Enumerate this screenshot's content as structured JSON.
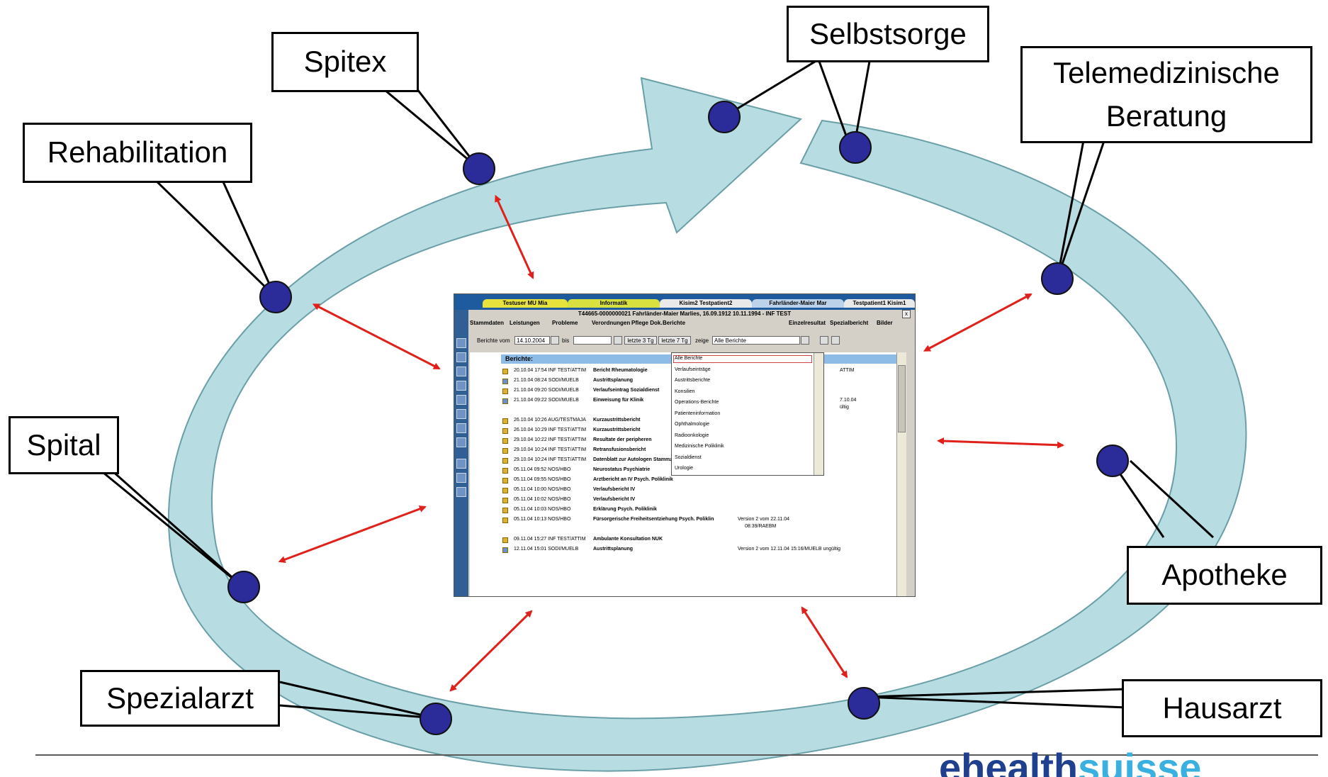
{
  "diagram": {
    "colors": {
      "cycle_fill": "#b7dde2",
      "cycle_stroke": "#6a9fa8",
      "node_fill": "#2b2b9a",
      "link_arrow": "#e0201a",
      "label_border": "#000000",
      "footer_line": "#5a5a5a",
      "logo_dark": "#1f3f8f",
      "logo_light": "#3ab0e0"
    },
    "labels": {
      "selbstsorge": "Selbstsorge",
      "spitex": "Spitex",
      "telemedizin_1": "Telemedizinische",
      "telemedizin_2": "Beratung",
      "rehabilitation": "Rehabilitation",
      "spital": "Spital",
      "apotheke": "Apotheke",
      "spezialarzt": "Spezialarzt",
      "hausarzt": "Hausarzt"
    },
    "logo": {
      "part1": "ehealth",
      "part2": "suisse"
    }
  },
  "screenshot": {
    "tabs": [
      {
        "label": "Testuser MU Mia",
        "color": "#e8e23c"
      },
      {
        "label": "Informatik",
        "color": "#d8e040"
      },
      {
        "label": "Kisim2 Testpatient2",
        "color": "#e9e9e9"
      },
      {
        "label": "Fahrländer-Maier Mar",
        "color": "#bcd2ea"
      },
      {
        "label": "Testpatient1 Kisim1",
        "color": "#e9e9e9"
      }
    ],
    "patient_bar": "T44665-0000000021   Fahrländer-Maier Marlies, 16.09.1912   10.11.1994 -   INF TEST",
    "close_glyph": "x",
    "sections": [
      "Stammdaten",
      "Leistungen",
      "Probleme",
      "Verordnungen",
      "Pflege Dok.",
      "Berichte",
      "Einzelresultat",
      "Spezialbericht",
      "Bilder"
    ],
    "filter": {
      "label_from": "Berichte vom",
      "from_value": "14.10.2004",
      "label_to": "bis",
      "to_value": "",
      "btn_3": "letzte 3 Tg",
      "btn_7": "letzte 7 Tg",
      "label_show": "zeige",
      "show_value": "Alle Berichte"
    },
    "list_header": "Berichte:",
    "rows": [
      {
        "datetime": "20.10.04 17:54 INF TEST/ATTIM",
        "title": "Bericht Rheumatologie",
        "note": "ATTIM",
        "icon": "folder"
      },
      {
        "datetime": "21.10.04 08:24 SODI/MUELB",
        "title": "Austrittsplanung",
        "note": "",
        "icon": "doc"
      },
      {
        "datetime": "21.10.04 09:20 SODI/MUELB",
        "title": "Verlaufseintrag Sozialdienst",
        "note": "",
        "icon": "folder"
      },
      {
        "datetime": "21.10.04 09:22 SODI/MUELB",
        "title": "Einweisung für Klinik",
        "note": "7.10.04",
        "note2": "ültig",
        "icon": "doc"
      },
      {
        "datetime": "26.10.04 10:26 AUG/TESTMAJA",
        "title": "Kurzaustrittsbericht",
        "note": "",
        "icon": "folder"
      },
      {
        "datetime": "26.10.04 10:29 INF TEST/ATTIM",
        "title": "Kurzaustrittsbericht",
        "note": "",
        "icon": "folder"
      },
      {
        "datetime": "29.10.04 10:22 INF TEST/ATTIM",
        "title": "Resultate der peripheren",
        "note": "",
        "icon": "folder"
      },
      {
        "datetime": "29.10.04 10:24 INF TEST/ATTIM",
        "title": "Retransfusionsbericht",
        "note": "",
        "icon": "folder"
      },
      {
        "datetime": "29.10.04 10:24 INF TEST/ATTIM",
        "title": "Datenblatt zur Autologen Stammzellentransplant. On",
        "note": "",
        "icon": "folder"
      },
      {
        "datetime": "05.11.04 09:52 NOS/HBO",
        "title": "Neurostatus Psychiatrie",
        "note": "",
        "icon": "folder"
      },
      {
        "datetime": "05.11.04 09:55 NOS/HBO",
        "title": "Arztbericht an IV Psych. Poliklinik",
        "note": "",
        "icon": "folder"
      },
      {
        "datetime": "05.11.04 10:00 NOS/HBO",
        "title": "Verlaufsbericht IV",
        "note": "",
        "icon": "folder"
      },
      {
        "datetime": "05.11.04 10:02 NOS/HBO",
        "title": "Verlaufsbericht IV",
        "note": "",
        "icon": "folder"
      },
      {
        "datetime": "05.11.04 10:03 NOS/HBO",
        "title": "Erklärung Psych. Poliklinik",
        "note": "",
        "icon": "folder"
      },
      {
        "datetime": "05.11.04 10:13 NOS/HBO",
        "title": "Fürsorgerische Freiheitsentziehung Psych. Poliklin",
        "note": "Version 2 vom 22.11.04",
        "note2": "08:39/RAEBM",
        "icon": "folder"
      },
      {
        "datetime": "09.11.04 15:27 INF TEST/ATTIM",
        "title": "Ambulante Konsultation NUK",
        "note": "",
        "icon": "folder"
      },
      {
        "datetime": "12.11.04 15:01 SODI/MUELB",
        "title": "Austrittsplanung",
        "note": "Version 2 vom 12.11.04 15:16/MUELB ungültig",
        "icon": "doc"
      }
    ],
    "dropdown": [
      "Alle Berichte",
      "Verlaufseinträge",
      "Austrittsberichte",
      "Konsilien",
      "Operations-Berichte",
      "Patienteninformation",
      "Ophthalmologie",
      "Radioonkologie",
      "Medizinische Poliklinik",
      "Sozialdienst",
      "Urologie"
    ]
  }
}
